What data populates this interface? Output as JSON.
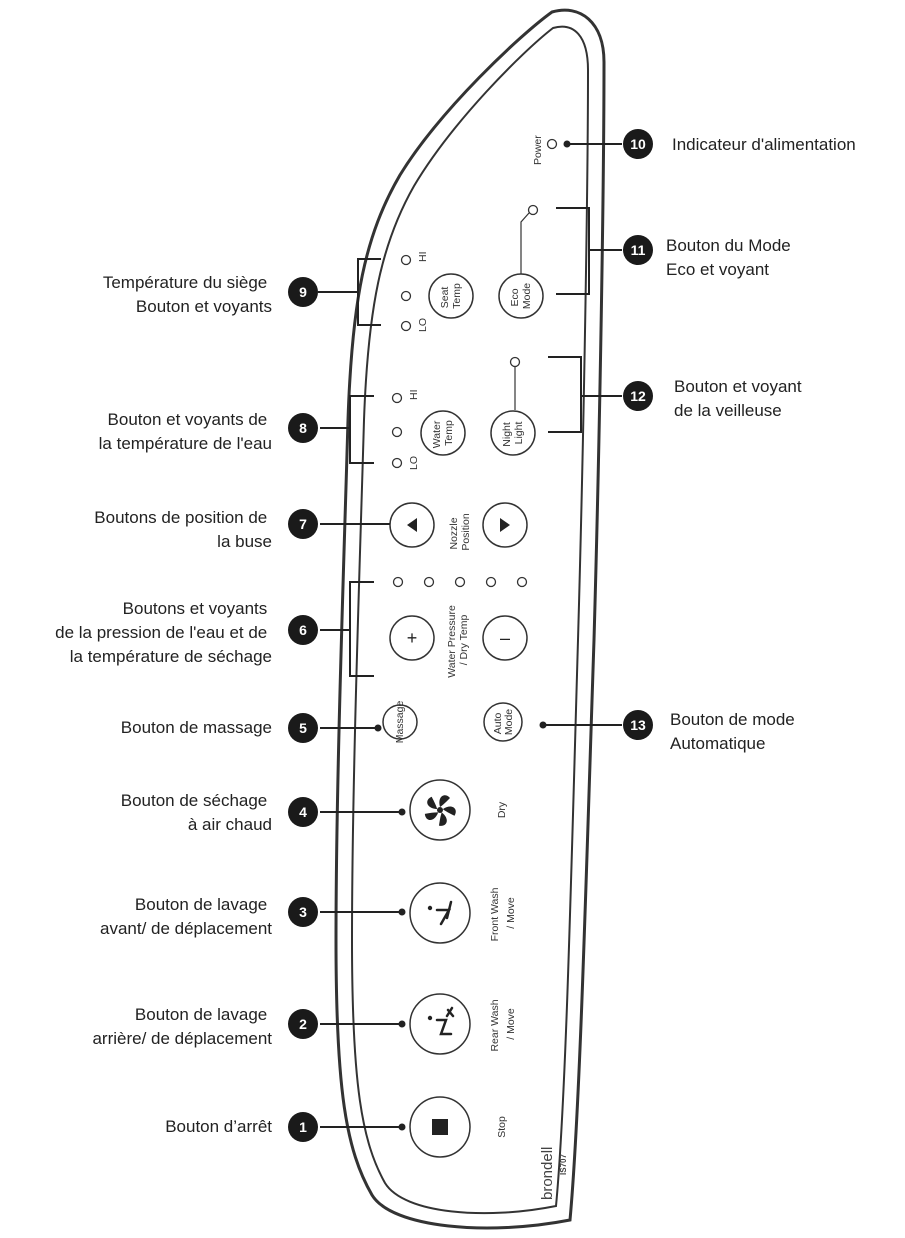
{
  "colors": {
    "ink": "#222222",
    "badge": "#1a1a1a",
    "panel_stroke": "#333333",
    "background": "#ffffff"
  },
  "panel": {
    "power_label": "Power",
    "hi": "HI",
    "lo": "LO",
    "seat_temp": [
      "Seat",
      "Temp"
    ],
    "eco_mode": [
      "Eco",
      "Mode"
    ],
    "water_temp": [
      "Water",
      "Temp"
    ],
    "night_light": [
      "Night",
      "Light"
    ],
    "nozzle_position": [
      "Nozzle",
      "Position"
    ],
    "water_pressure": [
      "Water Pressure",
      "/ Dry Temp"
    ],
    "plus": "+",
    "minus": "–",
    "massage": "Massage",
    "auto_mode": [
      "Auto",
      "Mode"
    ],
    "dry": "Dry",
    "front_wash": [
      "Front Wash",
      "/ Move"
    ],
    "rear_wash": [
      "Rear Wash",
      "/ Move"
    ],
    "stop": "Stop",
    "brand": "brondell",
    "model": "IS707"
  },
  "callouts": {
    "c1": {
      "number": "1",
      "lines": [
        "Bouton d’arrêt"
      ]
    },
    "c2": {
      "number": "2",
      "lines": [
        "Bouton de lavage",
        "arrière/ de déplacement"
      ]
    },
    "c3": {
      "number": "3",
      "lines": [
        "Bouton de lavage",
        "avant/ de déplacement"
      ]
    },
    "c4": {
      "number": "4",
      "lines": [
        "Bouton de séchage",
        "à air chaud"
      ]
    },
    "c5": {
      "number": "5",
      "lines": [
        "Bouton de massage"
      ]
    },
    "c6": {
      "number": "6",
      "lines": [
        "Boutons et voyants",
        "de la pression de l'eau et de",
        "la température de séchage"
      ]
    },
    "c7": {
      "number": "7",
      "lines": [
        "Boutons de position de",
        "la buse"
      ]
    },
    "c8": {
      "number": "8",
      "lines": [
        "Bouton et voyants de",
        "la température de l'eau"
      ]
    },
    "c9": {
      "number": "9",
      "lines": [
        "Température du siège",
        "Bouton et voyants"
      ]
    },
    "c10": {
      "number": "10",
      "lines": [
        "Indicateur d'alimentation"
      ]
    },
    "c11": {
      "number": "11",
      "lines": [
        "Bouton du Mode",
        "Eco et voyant"
      ]
    },
    "c12": {
      "number": "12",
      "lines": [
        "Bouton et voyant",
        "de la veilleuse"
      ]
    },
    "c13": {
      "number": "13",
      "lines": [
        "Bouton de mode",
        "Automatique"
      ]
    }
  }
}
